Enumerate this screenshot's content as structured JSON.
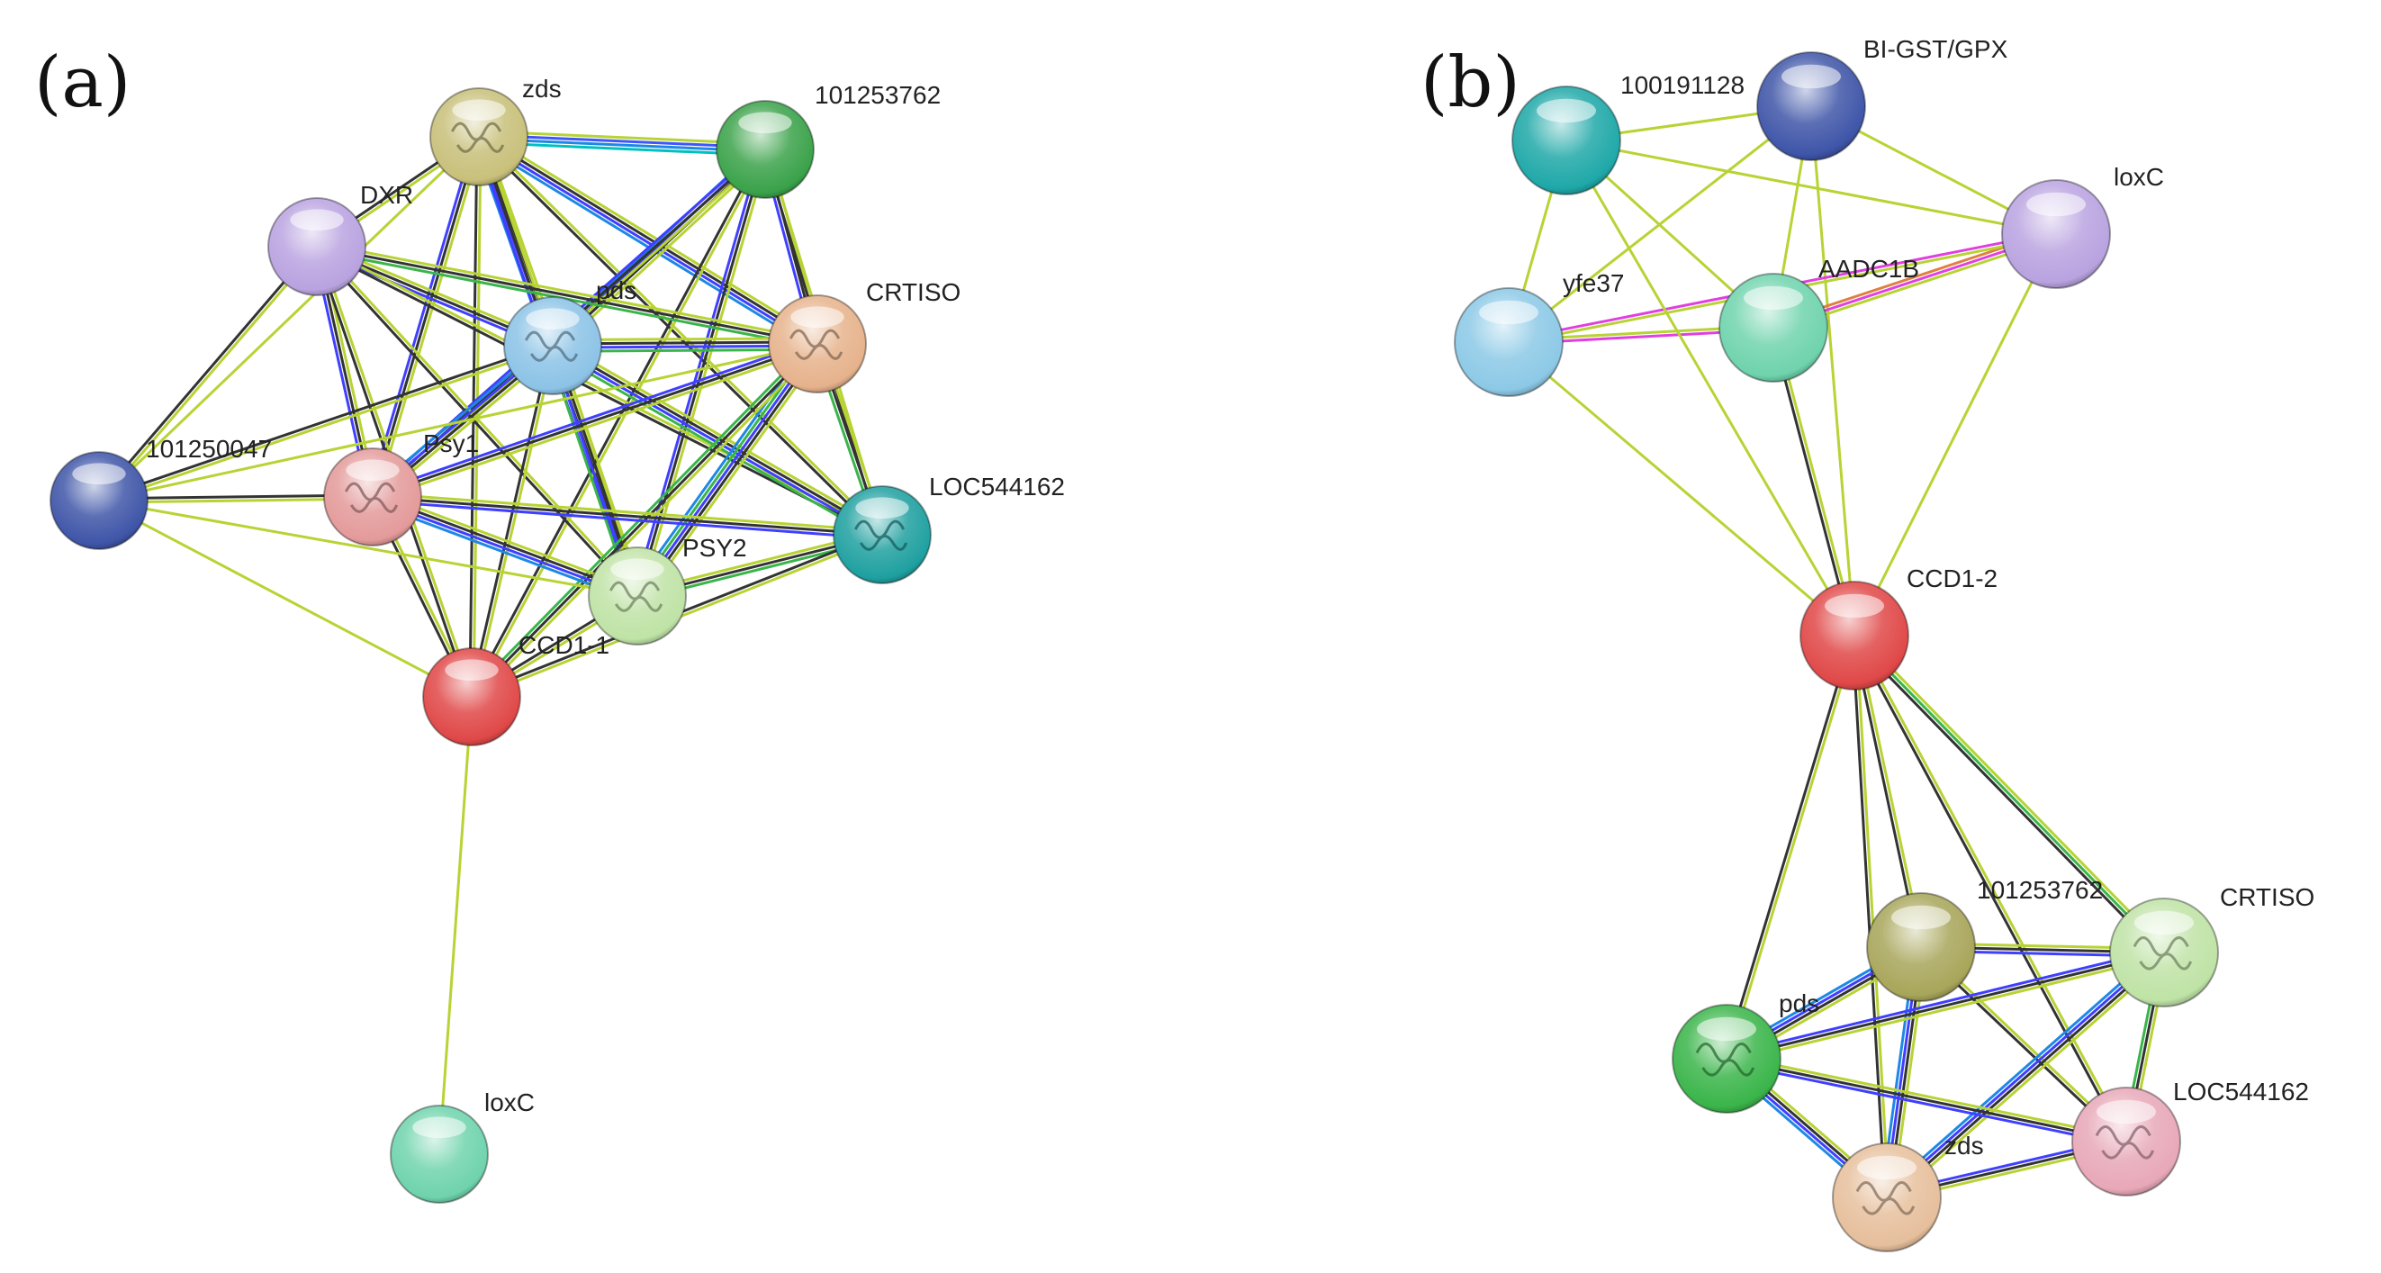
{
  "panels": [
    {
      "id": "a",
      "label": "(a)",
      "nodes": [
        {
          "id": "zds",
          "label": "zds",
          "color": "#c8c07a",
          "structure": true
        },
        {
          "id": "101253762",
          "label": "101253762",
          "color": "#3aa24a",
          "structure": false
        },
        {
          "id": "DXR",
          "label": "DXR",
          "color": "#b9a3e0",
          "structure": false
        },
        {
          "id": "pds",
          "label": "pds",
          "color": "#8cc3e6",
          "structure": true
        },
        {
          "id": "CRTISO",
          "label": "CRTISO",
          "color": "#e6b28c",
          "structure": true
        },
        {
          "id": "101250047",
          "label": "101250047",
          "color": "#3f55a8",
          "structure": false
        },
        {
          "id": "Psy1",
          "label": "Psy1",
          "color": "#e49a9a",
          "structure": true
        },
        {
          "id": "LOC544162",
          "label": "LOC544162",
          "color": "#1fa0a0",
          "structure": true
        },
        {
          "id": "PSY2",
          "label": "PSY2",
          "color": "#bfe3a6",
          "structure": true
        },
        {
          "id": "CCD1-1",
          "label": "CCD1-1",
          "color": "#e04848",
          "structure": false
        },
        {
          "id": "loxC",
          "label": "loxC",
          "color": "#6fd3ad",
          "structure": false
        }
      ],
      "edges": [
        {
          "from": "zds",
          "to": "101253762",
          "colors": [
            "#b7d334",
            "#3f55ff",
            "#1e88e5",
            "#00c0c0"
          ]
        },
        {
          "from": "zds",
          "to": "DXR",
          "colors": [
            "#b7d334",
            "#333333"
          ]
        },
        {
          "from": "zds",
          "to": "pds",
          "colors": [
            "#b7d334",
            "#333333",
            "#3f3fff",
            "#1e88e5"
          ]
        },
        {
          "from": "zds",
          "to": "CRTISO",
          "colors": [
            "#b7d334",
            "#333333",
            "#3f3fff",
            "#1e88e5"
          ]
        },
        {
          "from": "zds",
          "to": "Psy1",
          "colors": [
            "#b7d334",
            "#333333",
            "#3f3fff"
          ]
        },
        {
          "from": "zds",
          "to": "PSY2",
          "colors": [
            "#b7d334",
            "#333333",
            "#3f3fff"
          ]
        },
        {
          "from": "zds",
          "to": "LOC544162",
          "colors": [
            "#b7d334",
            "#333333"
          ]
        },
        {
          "from": "zds",
          "to": "CCD1-1",
          "colors": [
            "#b7d334",
            "#333333"
          ]
        },
        {
          "from": "zds",
          "to": "101250047",
          "colors": [
            "#b7d334"
          ]
        },
        {
          "from": "101253762",
          "to": "pds",
          "colors": [
            "#b7d334",
            "#333333",
            "#3f3fff",
            "#1e88e5"
          ]
        },
        {
          "from": "101253762",
          "to": "CRTISO",
          "colors": [
            "#b7d334",
            "#333333",
            "#3f3fff"
          ]
        },
        {
          "from": "101253762",
          "to": "Psy1",
          "colors": [
            "#b7d334",
            "#333333",
            "#3f3fff"
          ]
        },
        {
          "from": "101253762",
          "to": "PSY2",
          "colors": [
            "#b7d334",
            "#333333",
            "#3f3fff"
          ]
        },
        {
          "from": "101253762",
          "to": "LOC544162",
          "colors": [
            "#b7d334",
            "#333333"
          ]
        },
        {
          "from": "101253762",
          "to": "CCD1-1",
          "colors": [
            "#b7d334",
            "#333333"
          ]
        },
        {
          "from": "DXR",
          "to": "pds",
          "colors": [
            "#b7d334",
            "#333333",
            "#3f3fff"
          ]
        },
        {
          "from": "DXR",
          "to": "CRTISO",
          "colors": [
            "#b7d334",
            "#333333",
            "#3ab54a"
          ]
        },
        {
          "from": "DXR",
          "to": "Psy1",
          "colors": [
            "#b7d334",
            "#333333",
            "#3f3fff"
          ]
        },
        {
          "from": "DXR",
          "to": "PSY2",
          "colors": [
            "#b7d334",
            "#333333"
          ]
        },
        {
          "from": "DXR",
          "to": "LOC544162",
          "colors": [
            "#b7d334",
            "#333333"
          ]
        },
        {
          "from": "DXR",
          "to": "101250047",
          "colors": [
            "#b7d334",
            "#333333"
          ]
        },
        {
          "from": "DXR",
          "to": "CCD1-1",
          "colors": [
            "#b7d334",
            "#333333"
          ]
        },
        {
          "from": "pds",
          "to": "CRTISO",
          "colors": [
            "#b7d334",
            "#333333",
            "#3f3fff",
            "#3ab54a"
          ]
        },
        {
          "from": "pds",
          "to": "Psy1",
          "colors": [
            "#b7d334",
            "#333333",
            "#3f3fff",
            "#1e88e5"
          ]
        },
        {
          "from": "pds",
          "to": "PSY2",
          "colors": [
            "#b7d334",
            "#333333",
            "#3f3fff",
            "#3ab54a"
          ]
        },
        {
          "from": "pds",
          "to": "LOC544162",
          "colors": [
            "#b7d334",
            "#333333",
            "#3f3fff",
            "#3ab54a"
          ]
        },
        {
          "from": "pds",
          "to": "101250047",
          "colors": [
            "#b7d334",
            "#333333"
          ]
        },
        {
          "from": "pds",
          "to": "CCD1-1",
          "colors": [
            "#b7d334",
            "#333333"
          ]
        },
        {
          "from": "CRTISO",
          "to": "Psy1",
          "colors": [
            "#b7d334",
            "#333333",
            "#3f3fff"
          ]
        },
        {
          "from": "CRTISO",
          "to": "PSY2",
          "colors": [
            "#b7d334",
            "#333333",
            "#3f3fff",
            "#3ab54a",
            "#1e88e5"
          ]
        },
        {
          "from": "CRTISO",
          "to": "LOC544162",
          "colors": [
            "#b7d334",
            "#333333",
            "#3ab54a"
          ]
        },
        {
          "from": "CRTISO",
          "to": "101250047",
          "colors": [
            "#b7d334"
          ]
        },
        {
          "from": "CRTISO",
          "to": "CCD1-1",
          "colors": [
            "#b7d334",
            "#333333",
            "#3ab54a"
          ]
        },
        {
          "from": "Psy1",
          "to": "PSY2",
          "colors": [
            "#b7d334",
            "#333333",
            "#3f3fff",
            "#1e88e5"
          ]
        },
        {
          "from": "Psy1",
          "to": "LOC544162",
          "colors": [
            "#b7d334",
            "#333333",
            "#3f3fff"
          ]
        },
        {
          "from": "Psy1",
          "to": "101250047",
          "colors": [
            "#b7d334",
            "#333333"
          ]
        },
        {
          "from": "Psy1",
          "to": "CCD1-1",
          "colors": [
            "#b7d334",
            "#333333"
          ]
        },
        {
          "from": "PSY2",
          "to": "LOC544162",
          "colors": [
            "#b7d334",
            "#333333",
            "#3ab54a"
          ]
        },
        {
          "from": "PSY2",
          "to": "CCD1-1",
          "colors": [
            "#b7d334",
            "#333333"
          ]
        },
        {
          "from": "PSY2",
          "to": "101250047",
          "colors": [
            "#b7d334"
          ]
        },
        {
          "from": "LOC544162",
          "to": "CCD1-1",
          "colors": [
            "#b7d334",
            "#333333"
          ]
        },
        {
          "from": "101250047",
          "to": "CCD1-1",
          "colors": [
            "#b7d334"
          ]
        },
        {
          "from": "CCD1-1",
          "to": "loxC",
          "colors": [
            "#b7d334"
          ]
        }
      ]
    },
    {
      "id": "b",
      "label": "(b)",
      "nodes": [
        {
          "id": "100191128",
          "label": "100191128",
          "color": "#1fa8a8",
          "structure": false
        },
        {
          "id": "BI-GST/GPX",
          "label": "BI-GST/GPX",
          "color": "#3f55a8",
          "structure": false
        },
        {
          "id": "loxC",
          "label": "loxC",
          "color": "#b9a3e0",
          "structure": false
        },
        {
          "id": "yfe37",
          "label": "yfe37",
          "color": "#8cc9e6",
          "structure": false
        },
        {
          "id": "AADC1B",
          "label": "AADC1B",
          "color": "#6fd3ad",
          "structure": false
        },
        {
          "id": "CCD1-2",
          "label": "CCD1-2",
          "color": "#e04848",
          "structure": false
        },
        {
          "id": "101253762",
          "label": "101253762",
          "color": "#a8a65a",
          "structure": false
        },
        {
          "id": "CRTISO",
          "label": "CRTISO",
          "color": "#bfe3a6",
          "structure": true
        },
        {
          "id": "pds",
          "label": "pds",
          "color": "#3ab54a",
          "structure": true
        },
        {
          "id": "LOC544162",
          "label": "LOC544162",
          "color": "#e8a8b8",
          "structure": true
        },
        {
          "id": "zds",
          "label": "zds",
          "color": "#e6bf9c",
          "structure": true
        }
      ],
      "edges": [
        {
          "from": "100191128",
          "to": "BI-GST/GPX",
          "colors": [
            "#b7d334"
          ]
        },
        {
          "from": "100191128",
          "to": "loxC",
          "colors": [
            "#b7d334"
          ]
        },
        {
          "from": "100191128",
          "to": "yfe37",
          "colors": [
            "#b7d334"
          ]
        },
        {
          "from": "100191128",
          "to": "AADC1B",
          "colors": [
            "#b7d334"
          ]
        },
        {
          "from": "BI-GST/GPX",
          "to": "loxC",
          "colors": [
            "#b7d334"
          ]
        },
        {
          "from": "BI-GST/GPX",
          "to": "yfe37",
          "colors": [
            "#b7d334"
          ]
        },
        {
          "from": "BI-GST/GPX",
          "to": "AADC1B",
          "colors": [
            "#b7d334"
          ]
        },
        {
          "from": "BI-GST/GPX",
          "to": "CCD1-2",
          "colors": [
            "#b7d334"
          ]
        },
        {
          "from": "loxC",
          "to": "AADC1B",
          "colors": [
            "#b7d334",
            "#e040e0",
            "#e08040"
          ]
        },
        {
          "from": "loxC",
          "to": "yfe37",
          "colors": [
            "#b7d334",
            "#e040e0"
          ]
        },
        {
          "from": "loxC",
          "to": "CCD1-2",
          "colors": [
            "#b7d334"
          ]
        },
        {
          "from": "yfe37",
          "to": "AADC1B",
          "colors": [
            "#b7d334",
            "#e040e0"
          ]
        },
        {
          "from": "yfe37",
          "to": "CCD1-2",
          "colors": [
            "#b7d334"
          ]
        },
        {
          "from": "AADC1B",
          "to": "CCD1-2",
          "colors": [
            "#b7d334",
            "#333333"
          ]
        },
        {
          "from": "100191128",
          "to": "CCD1-2",
          "colors": [
            "#b7d334"
          ]
        },
        {
          "from": "CCD1-2",
          "to": "101253762",
          "colors": [
            "#b7d334",
            "#333333"
          ]
        },
        {
          "from": "CCD1-2",
          "to": "CRTISO",
          "colors": [
            "#b7d334",
            "#3ab54a",
            "#333333"
          ]
        },
        {
          "from": "CCD1-2",
          "to": "pds",
          "colors": [
            "#b7d334",
            "#333333"
          ]
        },
        {
          "from": "CCD1-2",
          "to": "LOC544162",
          "colors": [
            "#b7d334",
            "#333333"
          ]
        },
        {
          "from": "CCD1-2",
          "to": "zds",
          "colors": [
            "#b7d334",
            "#333333"
          ]
        },
        {
          "from": "101253762",
          "to": "CRTISO",
          "colors": [
            "#b7d334",
            "#333333",
            "#3f3fff"
          ]
        },
        {
          "from": "101253762",
          "to": "pds",
          "colors": [
            "#b7d334",
            "#333333",
            "#3f3fff",
            "#1e88e5"
          ]
        },
        {
          "from": "101253762",
          "to": "LOC544162",
          "colors": [
            "#b7d334",
            "#333333"
          ]
        },
        {
          "from": "101253762",
          "to": "zds",
          "colors": [
            "#b7d334",
            "#333333",
            "#3f3fff",
            "#1e88e5"
          ]
        },
        {
          "from": "CRTISO",
          "to": "pds",
          "colors": [
            "#b7d334",
            "#333333",
            "#3f3fff"
          ]
        },
        {
          "from": "CRTISO",
          "to": "LOC544162",
          "colors": [
            "#b7d334",
            "#333333",
            "#3ab54a"
          ]
        },
        {
          "from": "CRTISO",
          "to": "zds",
          "colors": [
            "#b7d334",
            "#333333",
            "#3f3fff",
            "#1e88e5"
          ]
        },
        {
          "from": "pds",
          "to": "LOC544162",
          "colors": [
            "#b7d334",
            "#333333",
            "#3f3fff"
          ]
        },
        {
          "from": "pds",
          "to": "zds",
          "colors": [
            "#b7d334",
            "#333333",
            "#3f3fff",
            "#1e88e5"
          ]
        },
        {
          "from": "LOC544162",
          "to": "zds",
          "colors": [
            "#b7d334",
            "#333333",
            "#3f3fff"
          ]
        }
      ]
    }
  ]
}
